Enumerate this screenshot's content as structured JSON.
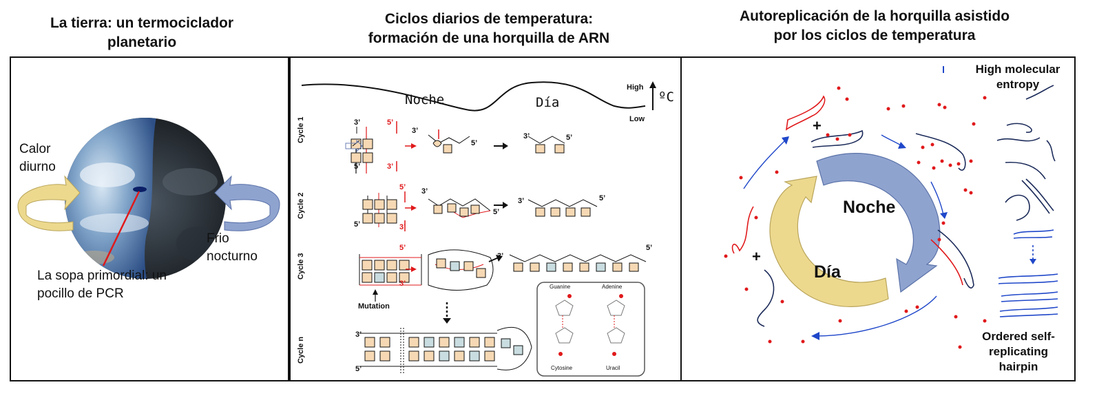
{
  "headings": {
    "left": [
      "La tierra: un termociclador",
      "planetario"
    ],
    "middle": [
      "Ciclos diarios de temperatura:",
      "formación de una horquilla de ARN"
    ],
    "right": [
      "Autoreplicación de la horquilla asistido",
      "por los ciclos de temperatura"
    ]
  },
  "left_panel": {
    "heat_label": [
      "Calor",
      "diurno"
    ],
    "cold_label": [
      "Frio",
      "nocturno"
    ],
    "soup_label": [
      "La sopa primordial: un",
      "pocillo de PCR"
    ]
  },
  "middle_panel": {
    "night": "Noche",
    "day": "Día",
    "high": "High",
    "low": "Low",
    "unit": "ºC",
    "cycles": [
      "Cycle 1",
      "Cycle 2",
      "Cycle 3",
      "Cycle n"
    ],
    "mutation": "Mutation",
    "bases": [
      "Guanine",
      "Adenine",
      "Cytosine",
      "Uracil"
    ],
    "prime3": "3’",
    "prime5": "5’"
  },
  "right_panel": {
    "night": "Noche",
    "day": "Día",
    "top_right_label": [
      "High molecular",
      "entropy"
    ],
    "bottom_right_label": [
      "Ordered self-",
      "replicating",
      "hairpin"
    ],
    "plus": "+"
  },
  "colors": {
    "red": "#e0191b",
    "blue_arrow": "#8fa3cf",
    "yellow_arrow": "#ecd98e",
    "navy": "#1c2b5a",
    "bright_blue": "#1f47c9",
    "beige": "#f6d9b4"
  }
}
